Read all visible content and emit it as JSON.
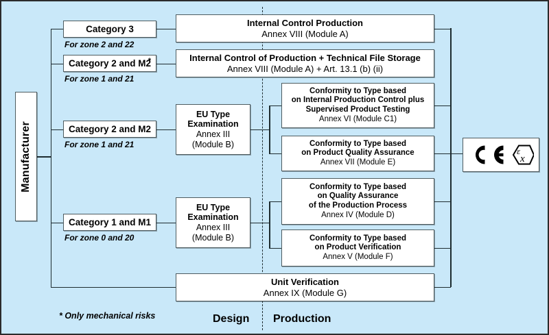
{
  "diagram": {
    "title": "ATEX conformity assessment procedures",
    "background_color": "#c9e8f9",
    "box_color": "#ffffff",
    "line_color": "#1d2b2f"
  },
  "manufacturer": {
    "label": "Manufacturer"
  },
  "categories": [
    {
      "id": "category-3",
      "label": "Category 3",
      "star": "",
      "zone": "For zone 2 and 22"
    },
    {
      "id": "category-2-m2-a",
      "label": "Category 2 and  M2",
      "star": "*",
      "zone": "For zone 1 and 21"
    },
    {
      "id": "category-2-m2-b",
      "label": "Category 2 and  M2",
      "star": "",
      "zone": "For zone 1 and 21"
    },
    {
      "id": "category-1-m1",
      "label": "Category 1 and  M1",
      "star": "",
      "zone": "For zone 0 and 20"
    }
  ],
  "eu_type_examinations": [
    {
      "id": "eu-type-examination-upper",
      "line1": "EU Type",
      "line2": "Examination",
      "line3": "Annex  III",
      "line4": "(Module B)"
    },
    {
      "id": "eu-type-examination-lower",
      "line1": "EU Type",
      "line2": "Examination",
      "line3": "Annex  III",
      "line4": "(Module B)"
    }
  ],
  "modules": {
    "internal_control_production": {
      "bold": [
        "Internal Control Production"
      ],
      "normal": [
        "Annex VIII (Module A)"
      ]
    },
    "internal_control_plus_file": {
      "bold": [
        "Internal Control of Production + Technical File Storage"
      ],
      "normal": [
        "Annex VIII (Module A) + Art. 13.1 (b) (ii)"
      ]
    },
    "conformity_c1": {
      "bold": [
        "Conformity to Type based",
        "on Internal Production Control plus",
        "Supervised Product Testing"
      ],
      "normal": [
        "Annex  VI (Module C1)"
      ]
    },
    "conformity_e": {
      "bold": [
        "Conformity to Type based",
        "on Product Quality Assurance"
      ],
      "normal": [
        "Annex  VII (Module E)"
      ]
    },
    "conformity_d": {
      "bold": [
        "Conformity to Type based",
        "on Quality Assurance",
        "of the Production Process"
      ],
      "normal": [
        "Annex  IV (Module D)"
      ]
    },
    "conformity_f": {
      "bold": [
        "Conformity to Type based",
        "on Product Verification"
      ],
      "normal": [
        "Annex  V (Module F)"
      ]
    },
    "unit_verification": {
      "bold": [
        "Unit Verification"
      ],
      "normal": [
        "Annex IX (Module G)"
      ]
    }
  },
  "phases": {
    "design": "Design",
    "production": "Production"
  },
  "footnote": "* Only mechanical  risks",
  "ce_mark": {
    "ce_text": "CE",
    "ex_text": "Ex",
    "epsilon": "ε",
    "alt": "CE Ex marking"
  }
}
